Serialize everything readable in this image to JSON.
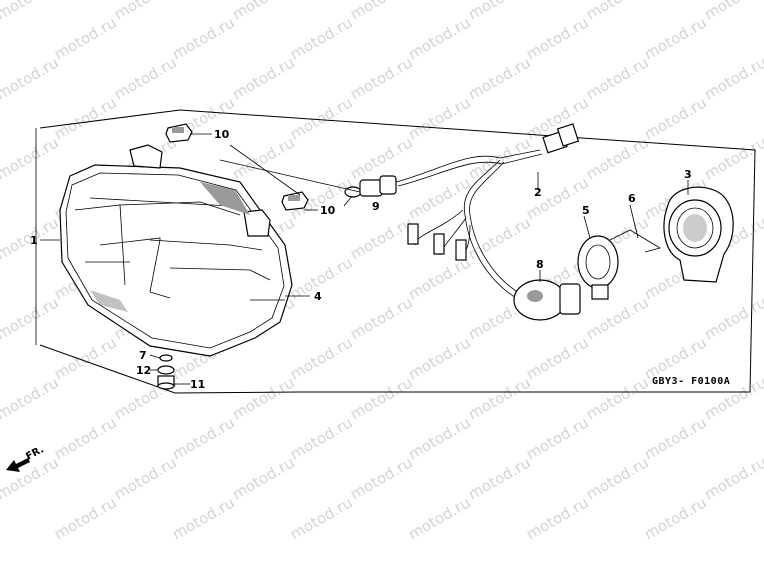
{
  "watermark": "motod.ru",
  "diagram_code": "GBY3- F0100A",
  "direction_label": "FR.",
  "callouts": [
    {
      "id": "1",
      "label": "1"
    },
    {
      "id": "2",
      "label": "2"
    },
    {
      "id": "3",
      "label": "3"
    },
    {
      "id": "4",
      "label": "4"
    },
    {
      "id": "5",
      "label": "5"
    },
    {
      "id": "6",
      "label": "6"
    },
    {
      "id": "7",
      "label": "7"
    },
    {
      "id": "8",
      "label": "8"
    },
    {
      "id": "9",
      "label": "9"
    },
    {
      "id": "10a",
      "label": "10"
    },
    {
      "id": "10b",
      "label": "10"
    },
    {
      "id": "11",
      "label": "11"
    },
    {
      "id": "12",
      "label": "12"
    }
  ]
}
